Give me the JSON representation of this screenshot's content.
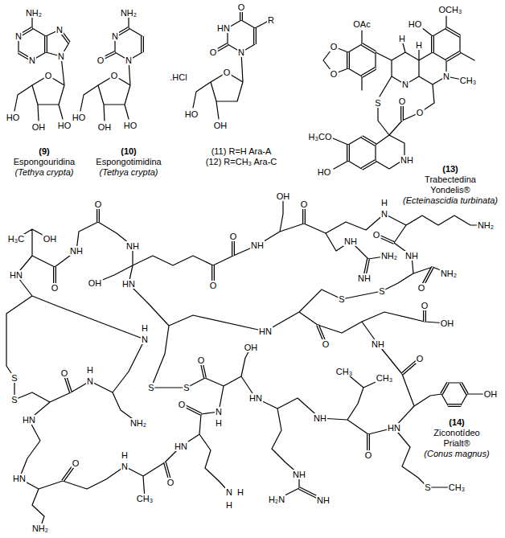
{
  "diagram": {
    "labels": [
      "NH₂",
      "N",
      "N",
      "N",
      "N",
      "O",
      "HO",
      "HO",
      "OH",
      "(9)",
      "Espongouridina",
      "(Tethya crypta)",
      "NH₂",
      "N",
      "O",
      "N",
      ".HCl",
      "O",
      "HO",
      "HO",
      "OH",
      "(10)",
      "Espongotimidina",
      "(Tethya crypta)",
      "O",
      "HN",
      "R",
      "O",
      "N",
      "O",
      "HO",
      "OH",
      "(11) R=H Ara-A",
      "(12) R=CH₃ Ara-C",
      "OCH₃",
      "HO",
      "OAc",
      "H",
      "H",
      "O",
      "O",
      "N",
      "CH₃",
      "N",
      "S",
      "O",
      "O",
      "H₃CO",
      "NH",
      "HO",
      "(13)",
      "Trabectedina",
      "Yondelis®",
      "(Ecteinascidia turbinata)",
      "OH",
      "O",
      "H",
      "N",
      "NH₂",
      "H₃C",
      "OH",
      "O",
      "NH",
      "NH",
      "O",
      "NH",
      "NH",
      "O",
      "NH₂",
      "NH",
      "NH₂",
      "HN",
      "O",
      "OH",
      "HN",
      "O",
      "NH",
      "O",
      "S",
      "S",
      "O",
      "OH",
      "HN",
      "H",
      "N",
      "O",
      "NH",
      "O",
      "H",
      "O",
      "S",
      "N",
      "O",
      "OH",
      "CH₃",
      "CH₃",
      "S",
      "S",
      "OH",
      "S",
      "O",
      "HN",
      "N",
      "NH",
      "HN",
      "NH₂",
      "H",
      "HN",
      "HN",
      "O",
      "O",
      "H",
      "N",
      "NH",
      "HN",
      "O",
      "S",
      "CH₃",
      "N",
      "H",
      "CH₃",
      "H₂N",
      "NH",
      "H",
      "NH₂",
      "(14)",
      "Ziconotídeo",
      "Prialt®",
      "(Conus magnus)"
    ]
  }
}
